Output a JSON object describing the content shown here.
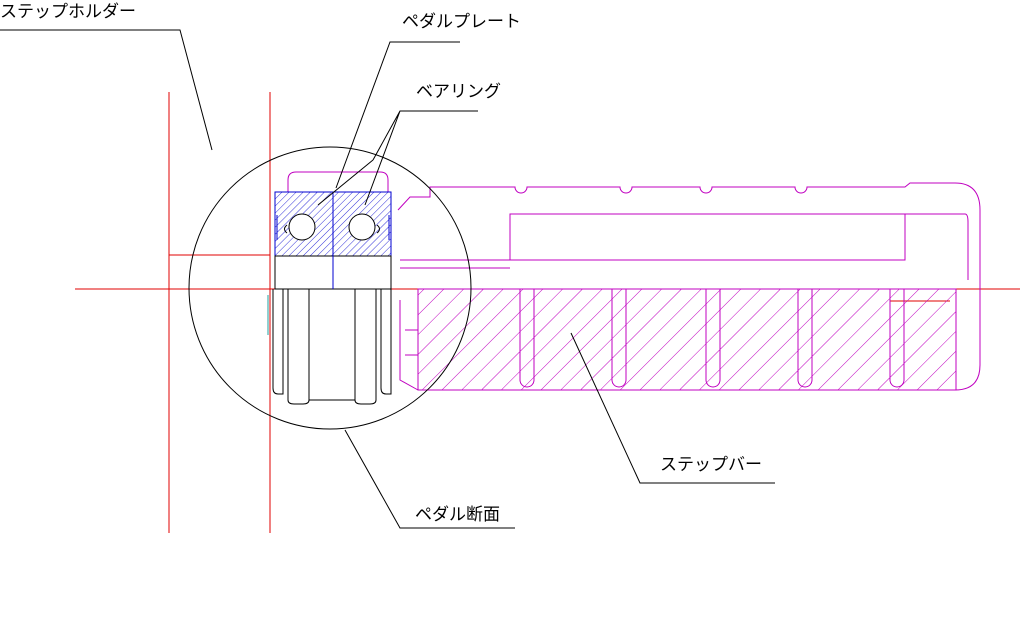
{
  "labels": {
    "step_holder": "ステップホルダー",
    "pedal_plate": "ペダルプレート",
    "bearing": "ベアリング",
    "step_bar": "ステップバー",
    "pedal_section": "ペダル断面"
  },
  "colors": {
    "step_bar": "#c000c0",
    "holder": "#e00000",
    "center_line": "#e00000",
    "bearing_race": "#0000d0",
    "outline": "#000000"
  }
}
